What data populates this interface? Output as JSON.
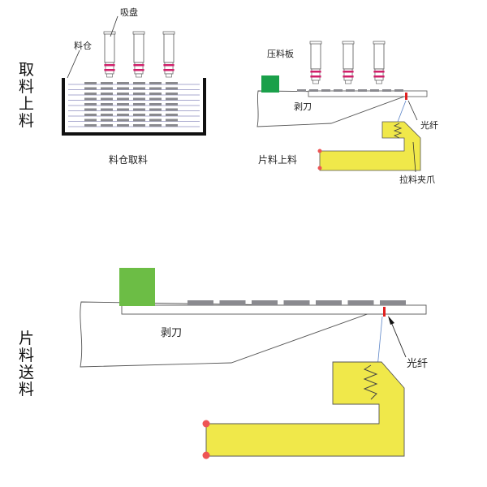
{
  "labels": {
    "suction_cup": "吸盘",
    "magazine": "料仓",
    "magazine_pickup": "料仓取料",
    "pressure_plate": "压料板",
    "stripper_blade_top": "剥刀",
    "optical_fiber_top": "光纤",
    "sheet_loading": "片料上料",
    "gripper": "拉料夹爪",
    "stripper_blade_bottom": "剥刀",
    "optical_fiber_bottom": "光纤"
  },
  "vertical_labels": {
    "left_top": [
      "取",
      "料",
      "上",
      "料"
    ],
    "left_bottom": [
      "片",
      "料",
      "送",
      "料"
    ]
  },
  "colors": {
    "gripper_yellow": "#f0e84a",
    "plate_green": "#1aa04a",
    "plate_green_bottom": "#6cbd45",
    "cup_accent": "#d0206a",
    "sheet_grey": "#8a8a8f",
    "fiber_red": "#e02020",
    "dot_red": "#ee5555"
  }
}
